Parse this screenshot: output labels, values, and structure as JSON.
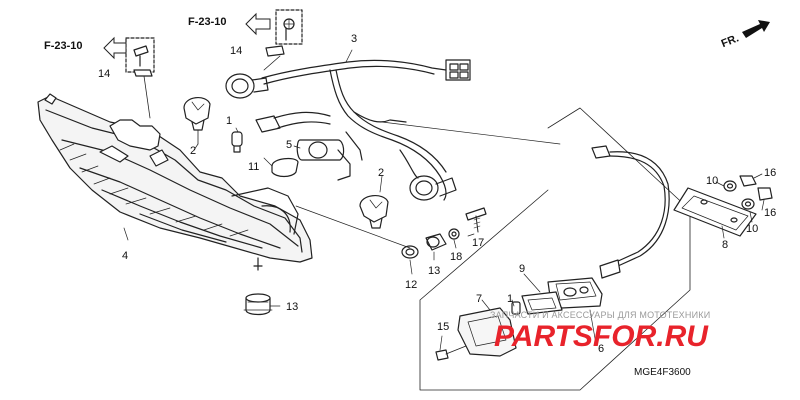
{
  "refs": {
    "top": "F-23-10",
    "left": "F-23-10"
  },
  "front_label": "FR.",
  "diagram_code": "MGE4F3600",
  "watermark": {
    "caption": "ЗАПЧАСТИ И АКСЕССУАРЫ ДЛЯ МОТОТЕХНИКИ",
    "brand_a": "PARTS",
    "brand_b": "FOR.RU",
    "brand_color": "#e8232b"
  },
  "callouts": {
    "n1": "1",
    "n2a": "2",
    "n2b": "2",
    "n3": "3",
    "n4": "4",
    "n5": "5",
    "n6": "6",
    "n7": "7",
    "n8": "8",
    "n9": "9",
    "n10a": "10",
    "n10b": "10",
    "n11": "11",
    "n12": "12",
    "n13a": "13",
    "n13b": "13",
    "n14a": "14",
    "n14b": "14",
    "n15": "15",
    "n16a": "16",
    "n16b": "16",
    "n17": "17",
    "n18": "18"
  }
}
